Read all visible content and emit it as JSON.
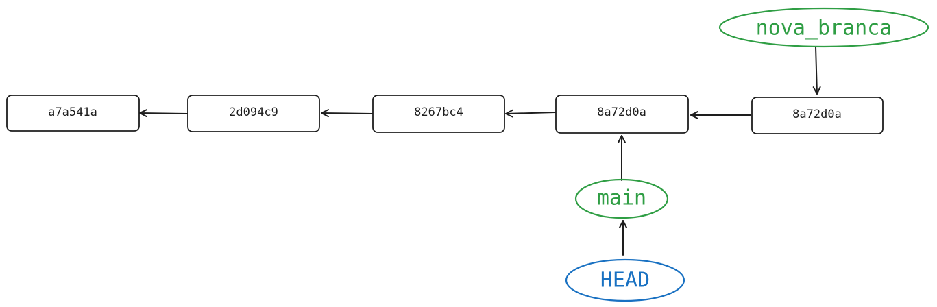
{
  "commits": [
    {
      "id": "c1",
      "label": "a7a541a"
    },
    {
      "id": "c2",
      "label": "2d094c9"
    },
    {
      "id": "c3",
      "label": "8267bc4"
    },
    {
      "id": "c4",
      "label": "8a72d0a"
    },
    {
      "id": "c5",
      "label": "8a72d0a"
    }
  ],
  "refs": [
    {
      "id": "nova_branca",
      "label": "nova_branca",
      "color": "#2f9e44"
    },
    {
      "id": "main",
      "label": "main",
      "color": "#2f9e44"
    },
    {
      "id": "head",
      "label": "HEAD",
      "color": "#1971c2"
    }
  ],
  "edges": [
    {
      "from": "c5",
      "to": "c4"
    },
    {
      "from": "c4",
      "to": "c3"
    },
    {
      "from": "c3",
      "to": "c2"
    },
    {
      "from": "c2",
      "to": "c1"
    },
    {
      "from": "nova_branca",
      "to": "c5"
    },
    {
      "from": "main",
      "to": "c4"
    },
    {
      "from": "head",
      "to": "main"
    }
  ]
}
